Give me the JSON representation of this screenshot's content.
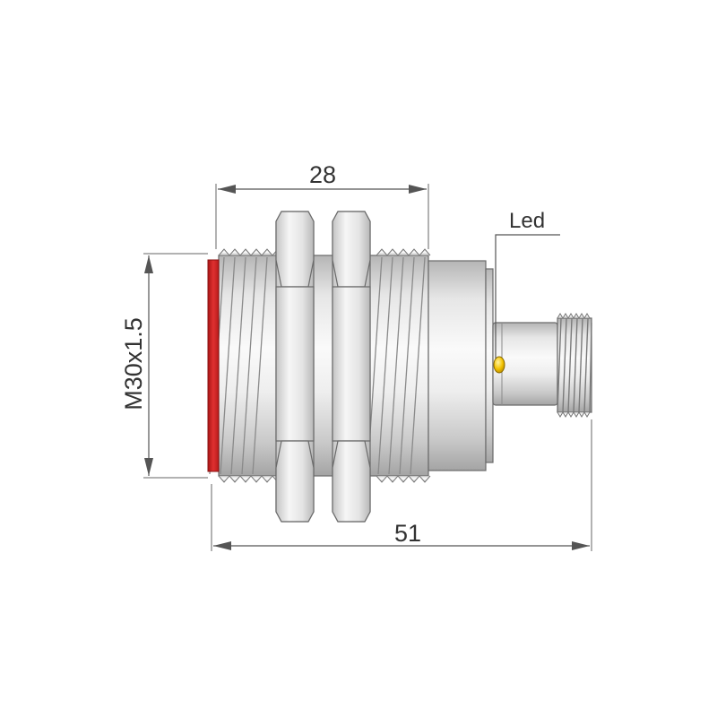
{
  "dimensions": {
    "thread_length": "28",
    "total_length": "51",
    "thread_spec": "M30x1.5"
  },
  "callouts": {
    "led_label": "Led"
  },
  "colors": {
    "sensing_face": "#d62a2a",
    "led": "#f2c200",
    "metal_light": "#f4f4f4",
    "metal_dark": "#a8a8a8"
  }
}
